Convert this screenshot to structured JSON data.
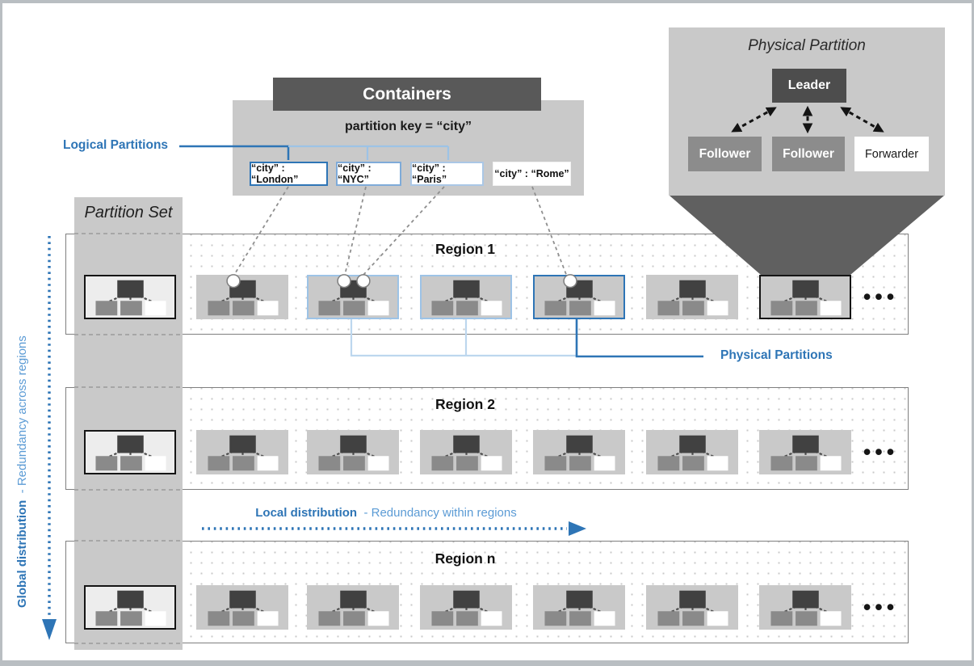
{
  "colors": {
    "panel_gray": "#c9c9c9",
    "header_gray": "#595959",
    "leader_gray": "#4d4d4d",
    "follower_gray": "#8c8c8c",
    "funnel_gray": "#606060",
    "blue_dark": "#2e75b6",
    "blue_light_border": "#9dc3e6",
    "blue_light_text": "#5b9bd5"
  },
  "containers": {
    "title": "Containers",
    "partition_key": "partition key = “city”",
    "boxes": [
      {
        "label": "“city” : “London”",
        "variant": "dark-blue"
      },
      {
        "label": "“city” : “NYC”",
        "variant": "light-blue"
      },
      {
        "label": "“city” : “Paris”",
        "variant": "lighter-blue"
      },
      {
        "label": "“city” : “Rome”",
        "variant": "plain"
      }
    ]
  },
  "labels": {
    "logical_partitions": "Logical Partitions",
    "physical_partitions": "Physical Partitions"
  },
  "physical_partition": {
    "title": "Physical Partition",
    "leader": "Leader",
    "children": [
      {
        "label": "Follower",
        "variant": "gray"
      },
      {
        "label": "Follower",
        "variant": "gray"
      },
      {
        "label": "Forwarder",
        "variant": "white"
      }
    ]
  },
  "partition_set": {
    "title": "Partition Set"
  },
  "regions": [
    {
      "name": "Region 1",
      "ellipsis": "•••",
      "icons": [
        {
          "variant": "set"
        },
        {
          "variant": "plain",
          "circles": [
            "left"
          ]
        },
        {
          "variant": "light-blue",
          "circles": [
            "left",
            "right"
          ]
        },
        {
          "variant": "light-blue"
        },
        {
          "variant": "dark-blue",
          "circles": [
            "left"
          ]
        },
        {
          "variant": "plain"
        },
        {
          "variant": "black"
        }
      ]
    },
    {
      "name": "Region 2",
      "ellipsis": "•••",
      "icons": [
        {
          "variant": "set"
        },
        {
          "variant": "plain"
        },
        {
          "variant": "plain"
        },
        {
          "variant": "plain"
        },
        {
          "variant": "plain"
        },
        {
          "variant": "plain"
        },
        {
          "variant": "plain"
        }
      ]
    },
    {
      "name": "Region n",
      "ellipsis": "•••",
      "icons": [
        {
          "variant": "set"
        },
        {
          "variant": "plain"
        },
        {
          "variant": "plain"
        },
        {
          "variant": "plain"
        },
        {
          "variant": "plain"
        },
        {
          "variant": "plain"
        },
        {
          "variant": "plain"
        }
      ]
    }
  ],
  "distribution": {
    "local_bold": "Local distribution",
    "local_rest": "- Redundancy within regions",
    "global_bold": "Global distribution",
    "global_rest": "- Redundancy across regions"
  }
}
